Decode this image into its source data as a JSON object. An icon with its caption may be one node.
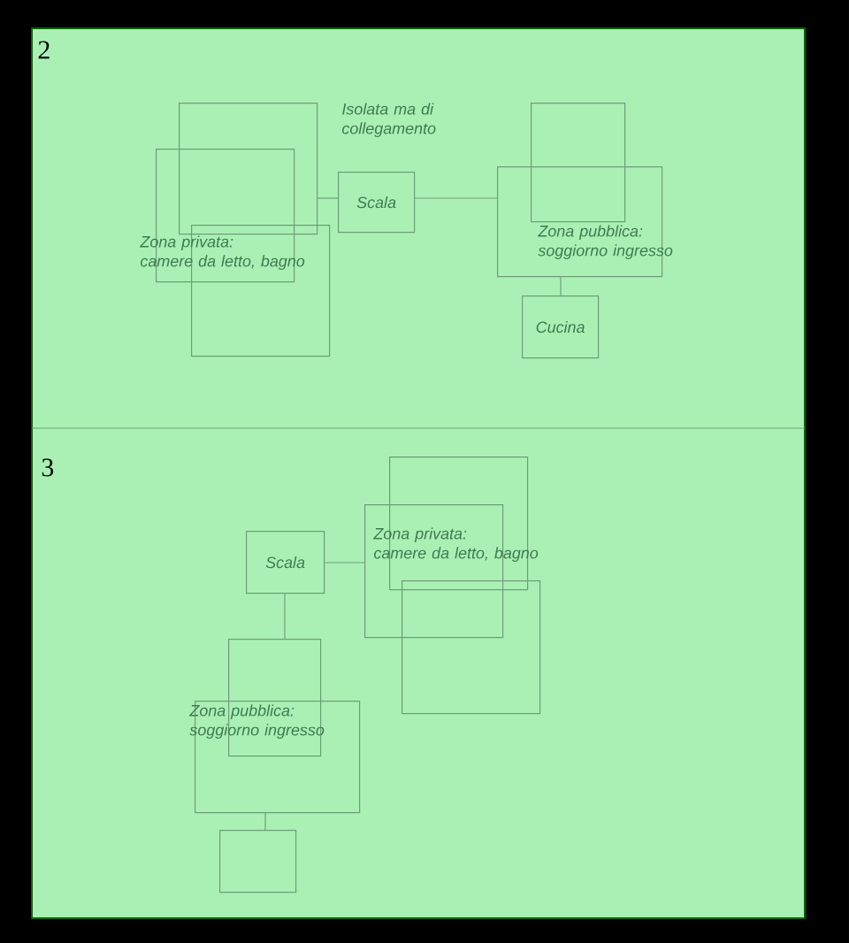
{
  "diagram": {
    "nodes": [
      {
        "text": [],
        "shape": "box"
      },
      {
        "text": [],
        "shape": "box"
      },
      {
        "text": [],
        "shape": "box"
      },
      {
        "text": [
          "Scala"
        ]
      },
      {
        "text": [],
        "shape": "box"
      },
      {
        "text": [],
        "shape": "box"
      },
      {
        "text": [
          "Cucina"
        ]
      },
      {
        "text": [
          "Scala"
        ]
      },
      {
        "text": [],
        "shape": "box"
      },
      {
        "text": [],
        "shape": "box"
      },
      {
        "text": [],
        "shape": "box"
      },
      {
        "text": [],
        "shape": "box"
      },
      {
        "text": [],
        "shape": "box"
      },
      {
        "text": [],
        "shape": "box"
      }
    ],
    "edges": [
      {
        "from": 0,
        "to": 3,
        "arrow": "none"
      },
      {
        "from": 3,
        "to": 5,
        "arrow": "none"
      },
      {
        "from": 5,
        "to": 6,
        "arrow": "none"
      },
      {
        "from": 7,
        "to": 9,
        "arrow": "none"
      },
      {
        "from": 7,
        "to": 11,
        "arrow": "none"
      },
      {
        "from": 12,
        "to": 13,
        "arrow": "none"
      }
    ],
    "labels": [
      "2",
      "Isolata ma di collegamento",
      "Zona privata: camere da letto, bagno",
      "Zona pubblica: soggiorno ingresso",
      "3",
      "Zona privata: camere da letto, bagno",
      "Zona pubblica: soggiorno ingresso"
    ]
  }
}
